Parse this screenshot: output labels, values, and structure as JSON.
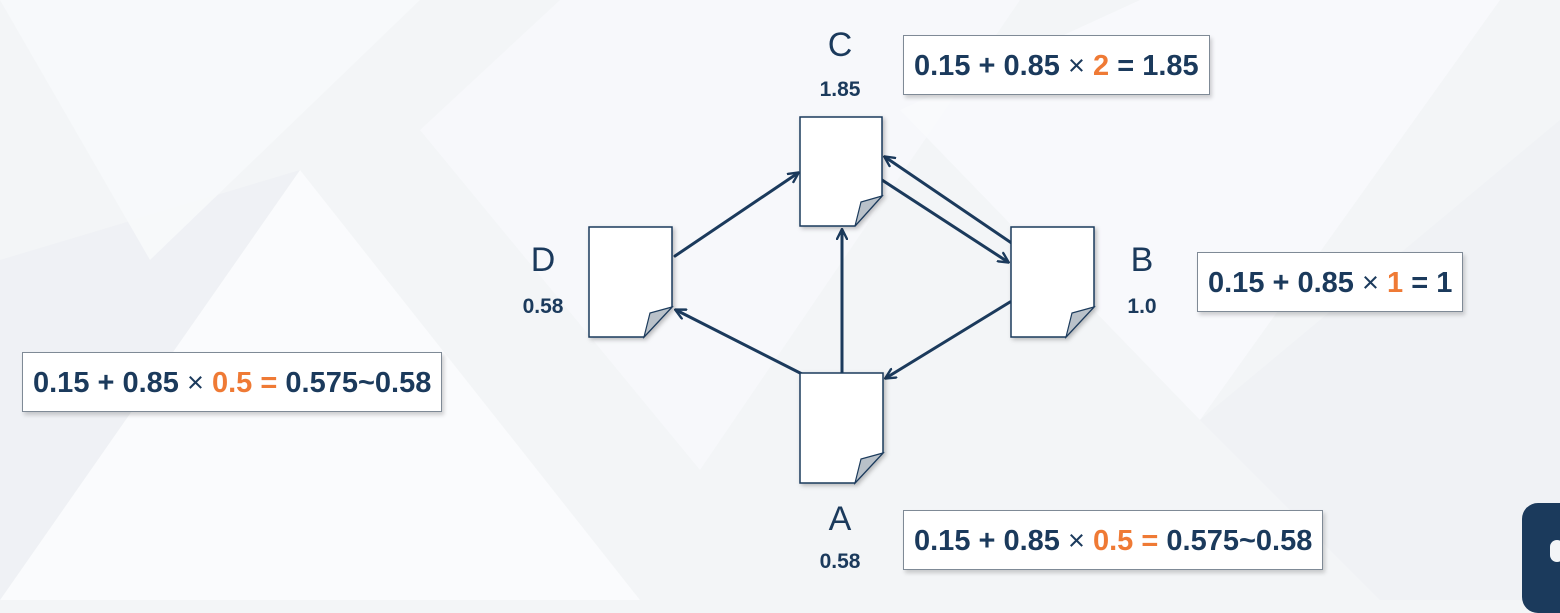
{
  "diagram": {
    "nodes": [
      {
        "id": "C",
        "label": "C",
        "score": "1.85"
      },
      {
        "id": "D",
        "label": "D",
        "score": "0.58"
      },
      {
        "id": "B",
        "label": "B",
        "score": "1.0"
      },
      {
        "id": "A",
        "label": "A",
        "score": "0.58"
      }
    ],
    "edges": [
      {
        "from": "D",
        "to": "C"
      },
      {
        "from": "A",
        "to": "C"
      },
      {
        "from": "A",
        "to": "D"
      },
      {
        "from": "C",
        "to": "B"
      },
      {
        "from": "B",
        "to": "C"
      },
      {
        "from": "B",
        "to": "A"
      }
    ],
    "formulas": {
      "C": {
        "base": "0.15 + 0.85",
        "times": "×",
        "factor": "2",
        "eq": "=",
        "result": "1.85",
        "factor_highlight": true,
        "eq_highlight": false
      },
      "B": {
        "base": "0.15 + 0.85",
        "times": "×",
        "factor": "1",
        "eq": "=",
        "result": "1",
        "factor_highlight": true,
        "eq_highlight": false
      },
      "D": {
        "base": "0.15 + 0.85",
        "times": "×",
        "factor": "0.5",
        "eq": "=",
        "result": "0.575~0.58",
        "factor_highlight": true,
        "eq_highlight": true
      },
      "A": {
        "base": "0.15 + 0.85",
        "times": "×",
        "factor": "0.5",
        "eq": "=",
        "result": "0.575~0.58",
        "factor_highlight": true,
        "eq_highlight": true
      }
    }
  },
  "colors": {
    "text": "#1b3a5c",
    "highlight": "#ef7a35",
    "arrow": "#1b3a5c",
    "box_border": "#7f8a96",
    "page": "#f3f5f7"
  }
}
